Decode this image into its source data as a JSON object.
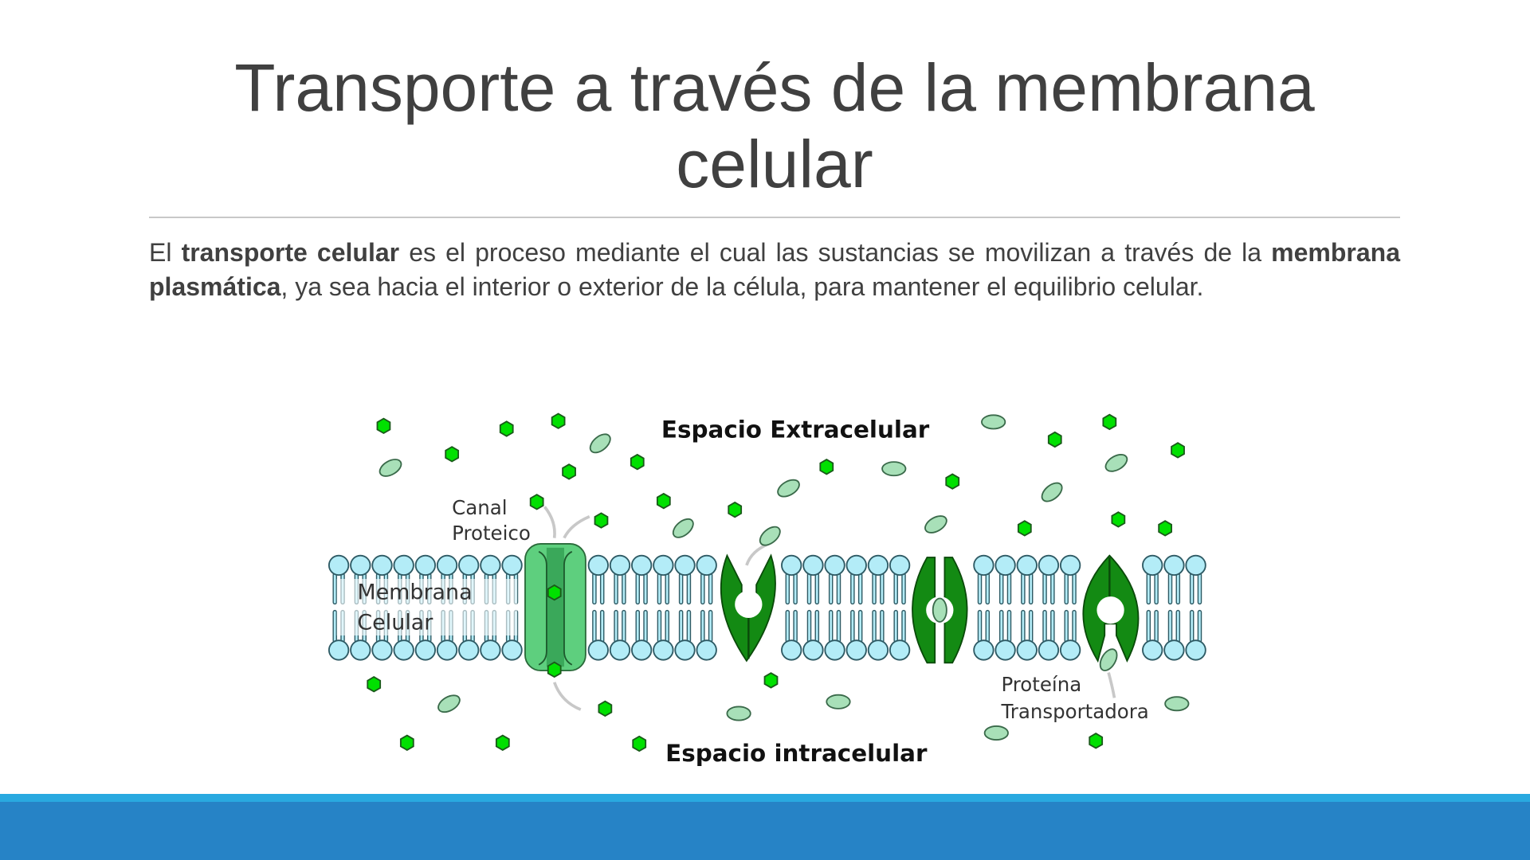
{
  "slide": {
    "title": "Transporte a través de la membrana celular",
    "body": {
      "p1": "El ",
      "b1": "transporte celular",
      "p2": " es el proceso mediante el cual las sustancias se movilizan a través de la ",
      "b2": "membrana plasmática",
      "p3": ", ya sea hacia el interior o exterior de la célula, para mantener el equilibrio celular."
    }
  },
  "diagram": {
    "extracellular_label": "Espacio Extracelular",
    "intracellular_label": "Espacio intracelular",
    "channel_label": [
      "Canal",
      "Proteico"
    ],
    "membrane_label": [
      "Membrana",
      "Celular"
    ],
    "carrier_label": [
      "Proteína",
      "Transportadora"
    ]
  },
  "colors": {
    "accent_light": "#29A9E0",
    "accent_dark": "#2683C6",
    "lipid_head": "#b3ecf7",
    "protein_dark": "#138a13",
    "channel": "#5ecf7e",
    "ion": "#00e000",
    "molecule": "#a8e0b8"
  }
}
